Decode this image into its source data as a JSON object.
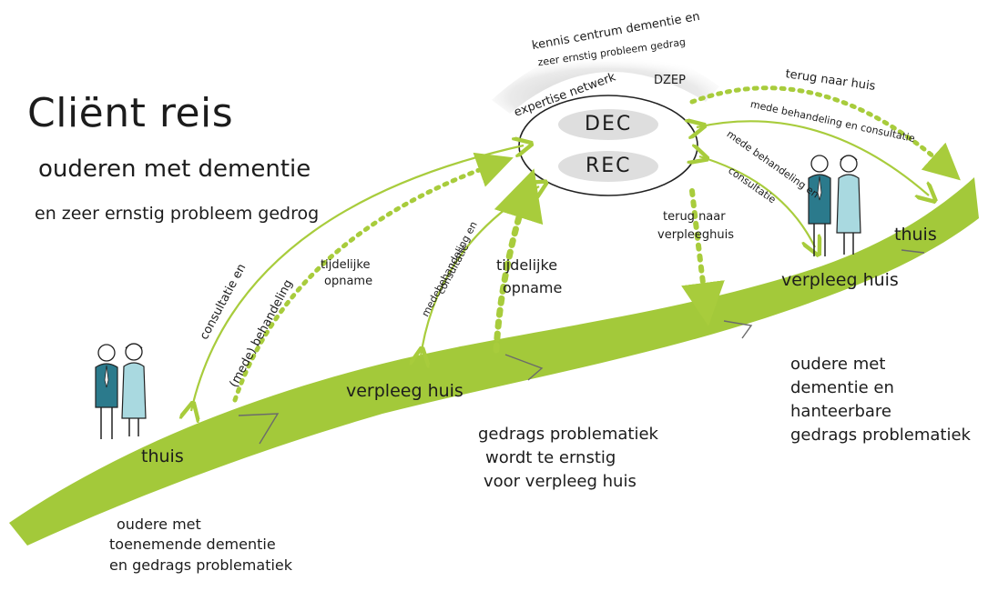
{
  "title": {
    "line1": "Cliënt reis",
    "line2": "ouderen met dementie",
    "line3": "en zeer ernstig probleem gedrog"
  },
  "expertise": {
    "kenniscentrum_line1": "kennis centrum dementie en",
    "kenniscentrum_line2": "zeer ernstig probleem gedrag",
    "netwerk": "expertise netwerk",
    "dzep": "DZEP",
    "dec": "DEC",
    "rec": "REC"
  },
  "stations": {
    "thuis_start": "thuis",
    "verpleeghuis_mid": "verpleeg huis",
    "verpleeghuis_end": "verpleeg huis",
    "thuis_end": "thuis"
  },
  "arrows": {
    "consultatie": "consultatie en",
    "mede_behandeling": "(mede) behandeling",
    "tijdelijke_opname_1_line1": "tijdelijke",
    "tijdelijke_opname_1_line2": "opname",
    "medebehandeling_consultatie_1_line1": "medebehandeling en",
    "medebehandeling_consultatie_1_line2": "consultatie",
    "tijdelijke_opname_2_line1": "tijdelijke",
    "tijdelijke_opname_2_line2": "opname",
    "terug_verpleeghuis_line1": "terug naar",
    "terug_verpleeghuis_line2": "verpleeghuis",
    "terug_naar_huis": "terug naar huis",
    "mede_behandeling_consultatie_top": "mede behandeling en consultatie",
    "mede_behandeling_consultatie_right_line1": "mede behandeling en",
    "mede_behandeling_consultatie_right_line2": "consultatie"
  },
  "descriptions": {
    "start_line1": "oudere met",
    "start_line2": "toenemende dementie",
    "start_line3": "en gedrags problematiek",
    "mid_line1": "gedrags problematiek",
    "mid_line2": "wordt te ernstig",
    "mid_line3": "voor verpleeg huis",
    "end_line1": "oudere met",
    "end_line2": "dementie en",
    "end_line3": "hanteerbare",
    "end_line4": "gedrags problematiek"
  },
  "colors": {
    "road_green": "#a3c93a",
    "arrow_green": "#a8cc3c",
    "oval_border": "#222222",
    "pill_gray": "#dedede",
    "shadow_gray": "#cfcfcf",
    "figure_blue": "#2b7a8c",
    "figure_lightblue": "#a9d9e0"
  },
  "icons": [
    "person-man-icon",
    "person-woman-icon"
  ]
}
